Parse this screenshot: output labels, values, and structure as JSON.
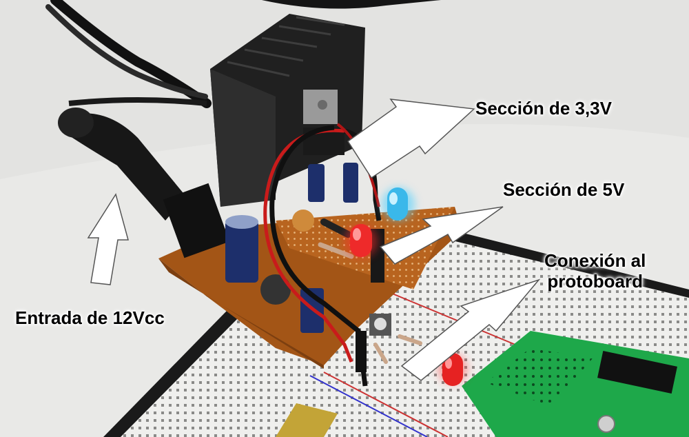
{
  "labels": {
    "section_3v3": "Sección de 3,3V",
    "section_5v": "Sección de 5V",
    "connection_line1": "Conexión al",
    "connection_line2": "protoboard",
    "input": "Entrada de 12Vcc"
  },
  "colors": {
    "background": "#e9e9e7",
    "pcb": "#b8641f",
    "heatsink": "#1f1f1f",
    "breadboard": "#eeeeec",
    "green_board": "#1ea84a",
    "arrow_fill": "#ffffff",
    "led_red": "#ff2a2a",
    "led_blue": "#4fd0ff"
  }
}
